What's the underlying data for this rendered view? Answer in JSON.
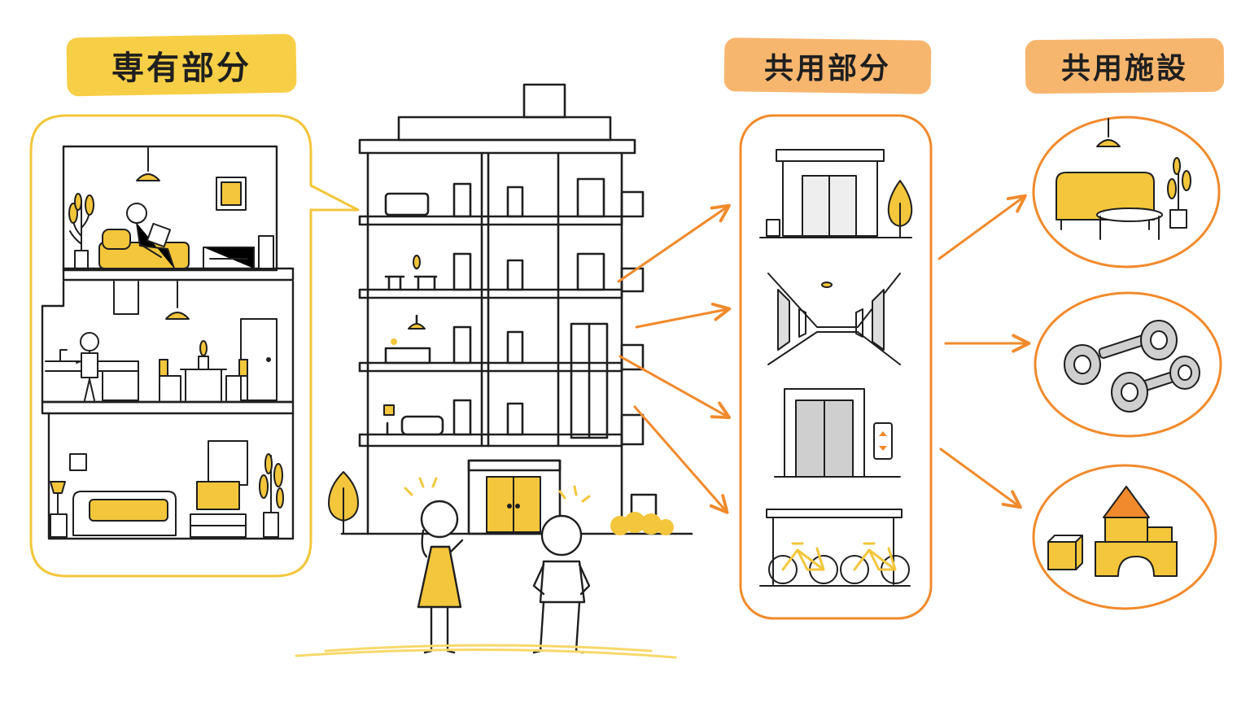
{
  "labels": {
    "private_part": "専有部分",
    "common_part": "共用部分",
    "common_facility": "共用施設"
  },
  "colors": {
    "yellow": "#f3c63b",
    "yellow_light": "#f7d96a",
    "orange": "#f08a2c",
    "orange_light": "#f7b66e",
    "line": "#1f1f1f",
    "gray": "#bdbdbd"
  },
  "icons": {
    "common_parts": [
      "entrance-icon",
      "corridor-icon",
      "elevator-icon",
      "bicycle-parking-icon"
    ],
    "facilities": [
      "lounge-icon",
      "gym-dumbbell-icon",
      "kids-room-blocks-icon"
    ]
  }
}
